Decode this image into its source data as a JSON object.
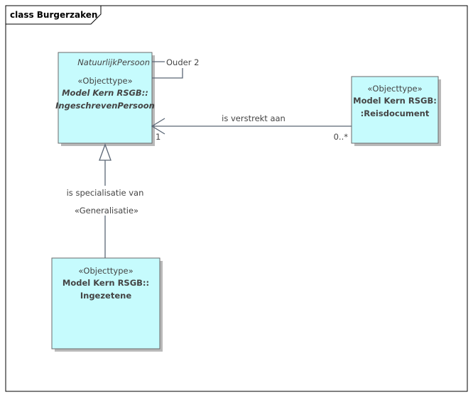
{
  "frame": {
    "title": "class Burgerzaken"
  },
  "classes": {
    "ingeschreven": {
      "tag": "NatuurlijkPersoon",
      "stereotype": "«Objecttype»",
      "name_line1": "Model Kern RSGB::",
      "name_line2": "IngeschrevenPersoon"
    },
    "reisdocument": {
      "stereotype": "«Objecttype»",
      "name_line1": "Model Kern RSGB:",
      "name_line2": ":Reisdocument"
    },
    "ingezetene": {
      "stereotype": "«Objecttype»",
      "name_line1": "Model Kern RSGB::",
      "name_line2": "Ingezetene"
    }
  },
  "relations": {
    "self": {
      "label": "Ouder 2"
    },
    "association": {
      "label": "is verstrekt aan",
      "source_mult": "1",
      "target_mult": "0..*"
    },
    "generalization": {
      "label": "is specialisatie van",
      "stereotype": "«Generalisatie»"
    }
  }
}
